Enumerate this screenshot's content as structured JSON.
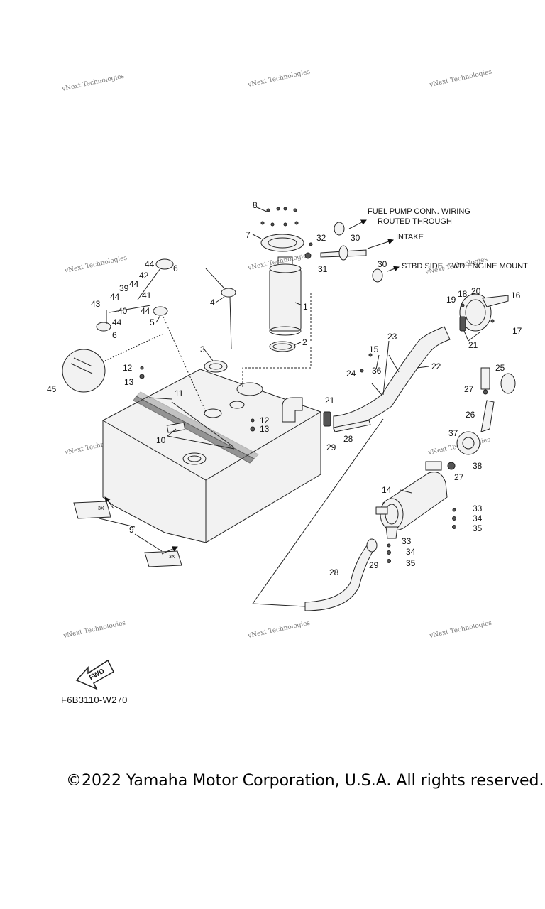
{
  "watermark": "vNext Technologies",
  "notes": {
    "fuel_pump_line1": "FUEL PUMP CONN. WIRING",
    "fuel_pump_line2": "ROUTED THROUGH",
    "intake": "INTAKE",
    "stbd": "STBD SIDE, FWD ENGINE MOUNT"
  },
  "callouts": {
    "c1": "1",
    "c2": "2",
    "c3": "3",
    "c4": "4",
    "c5": "5",
    "c6a": "6",
    "c6b": "6",
    "c7": "7",
    "c8": "8",
    "c9": "9",
    "c10": "10",
    "c11": "11",
    "c12a": "12",
    "c12b": "12",
    "c13a": "13",
    "c13b": "13",
    "c14": "14",
    "c15": "15",
    "c16": "16",
    "c17": "17",
    "c18": "18",
    "c19": "19",
    "c20": "20",
    "c21a": "21",
    "c21b": "21",
    "c22": "22",
    "c23": "23",
    "c24": "24",
    "c25": "25",
    "c26": "26",
    "c27a": "27",
    "c27b": "27",
    "c28a": "28",
    "c28b": "28",
    "c29a": "29",
    "c29b": "29",
    "c30a": "30",
    "c30b": "30",
    "c31": "31",
    "c32": "32",
    "c33a": "33",
    "c33b": "33",
    "c34a": "34",
    "c34b": "34",
    "c35a": "35",
    "c35b": "35",
    "c36": "36",
    "c37": "37",
    "c38": "38",
    "c39": "39",
    "c40": "40",
    "c41": "41",
    "c42": "42",
    "c43": "43",
    "c44a": "44",
    "c44b": "44",
    "c44c": "44",
    "c44d": "44",
    "c45": "45"
  },
  "pad_text": "3X",
  "fwd_text": "FWD",
  "diagram_code": "F6B3110-W270",
  "copyright": "©2022 Yamaha Motor Corporation, U.S.A. All rights reserved."
}
